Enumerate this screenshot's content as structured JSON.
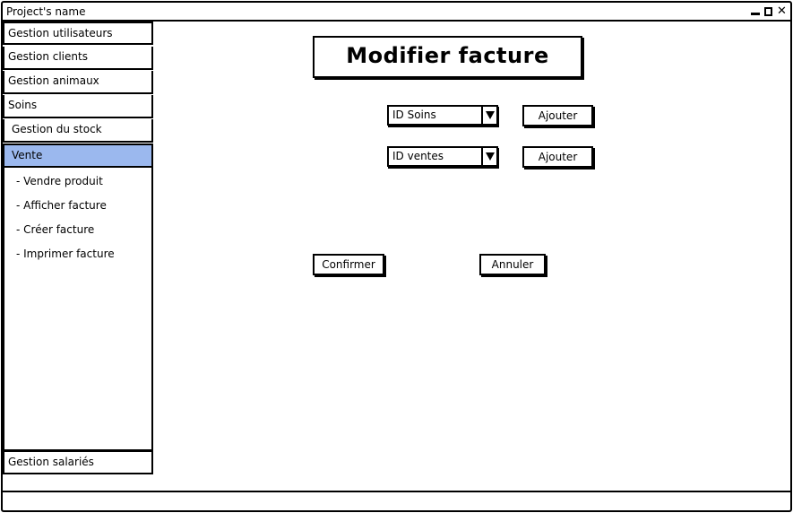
{
  "window": {
    "title": "Project's name",
    "controls": {
      "minimize": "minimize-icon",
      "maximize": "maximize-icon",
      "close": "✕"
    }
  },
  "sidebar": {
    "items": [
      {
        "label": "Gestion utilisateurs"
      },
      {
        "label": "Gestion clients"
      },
      {
        "label": "Gestion animaux"
      },
      {
        "label": "Soins"
      },
      {
        "label": "Gestion du stock"
      },
      {
        "label": "Vente",
        "selected": true
      }
    ],
    "submenu": [
      {
        "label": "- Vendre produit"
      },
      {
        "label": "- Afficher facture"
      },
      {
        "label": "- Créer facture"
      },
      {
        "label": "- Imprimer facture"
      }
    ],
    "bottom_item": {
      "label": "Gestion salariés"
    }
  },
  "main": {
    "heading": "Modifier facture",
    "row1": {
      "select_value": "ID Soins",
      "button_label": "Ajouter"
    },
    "row2": {
      "select_value": "ID ventes",
      "button_label": "Ajouter"
    },
    "confirm_label": "Confirmer",
    "cancel_label": "Annuler"
  },
  "colors": {
    "selected_item": "#9bb8ee",
    "border": "#000000",
    "background": "#ffffff"
  }
}
